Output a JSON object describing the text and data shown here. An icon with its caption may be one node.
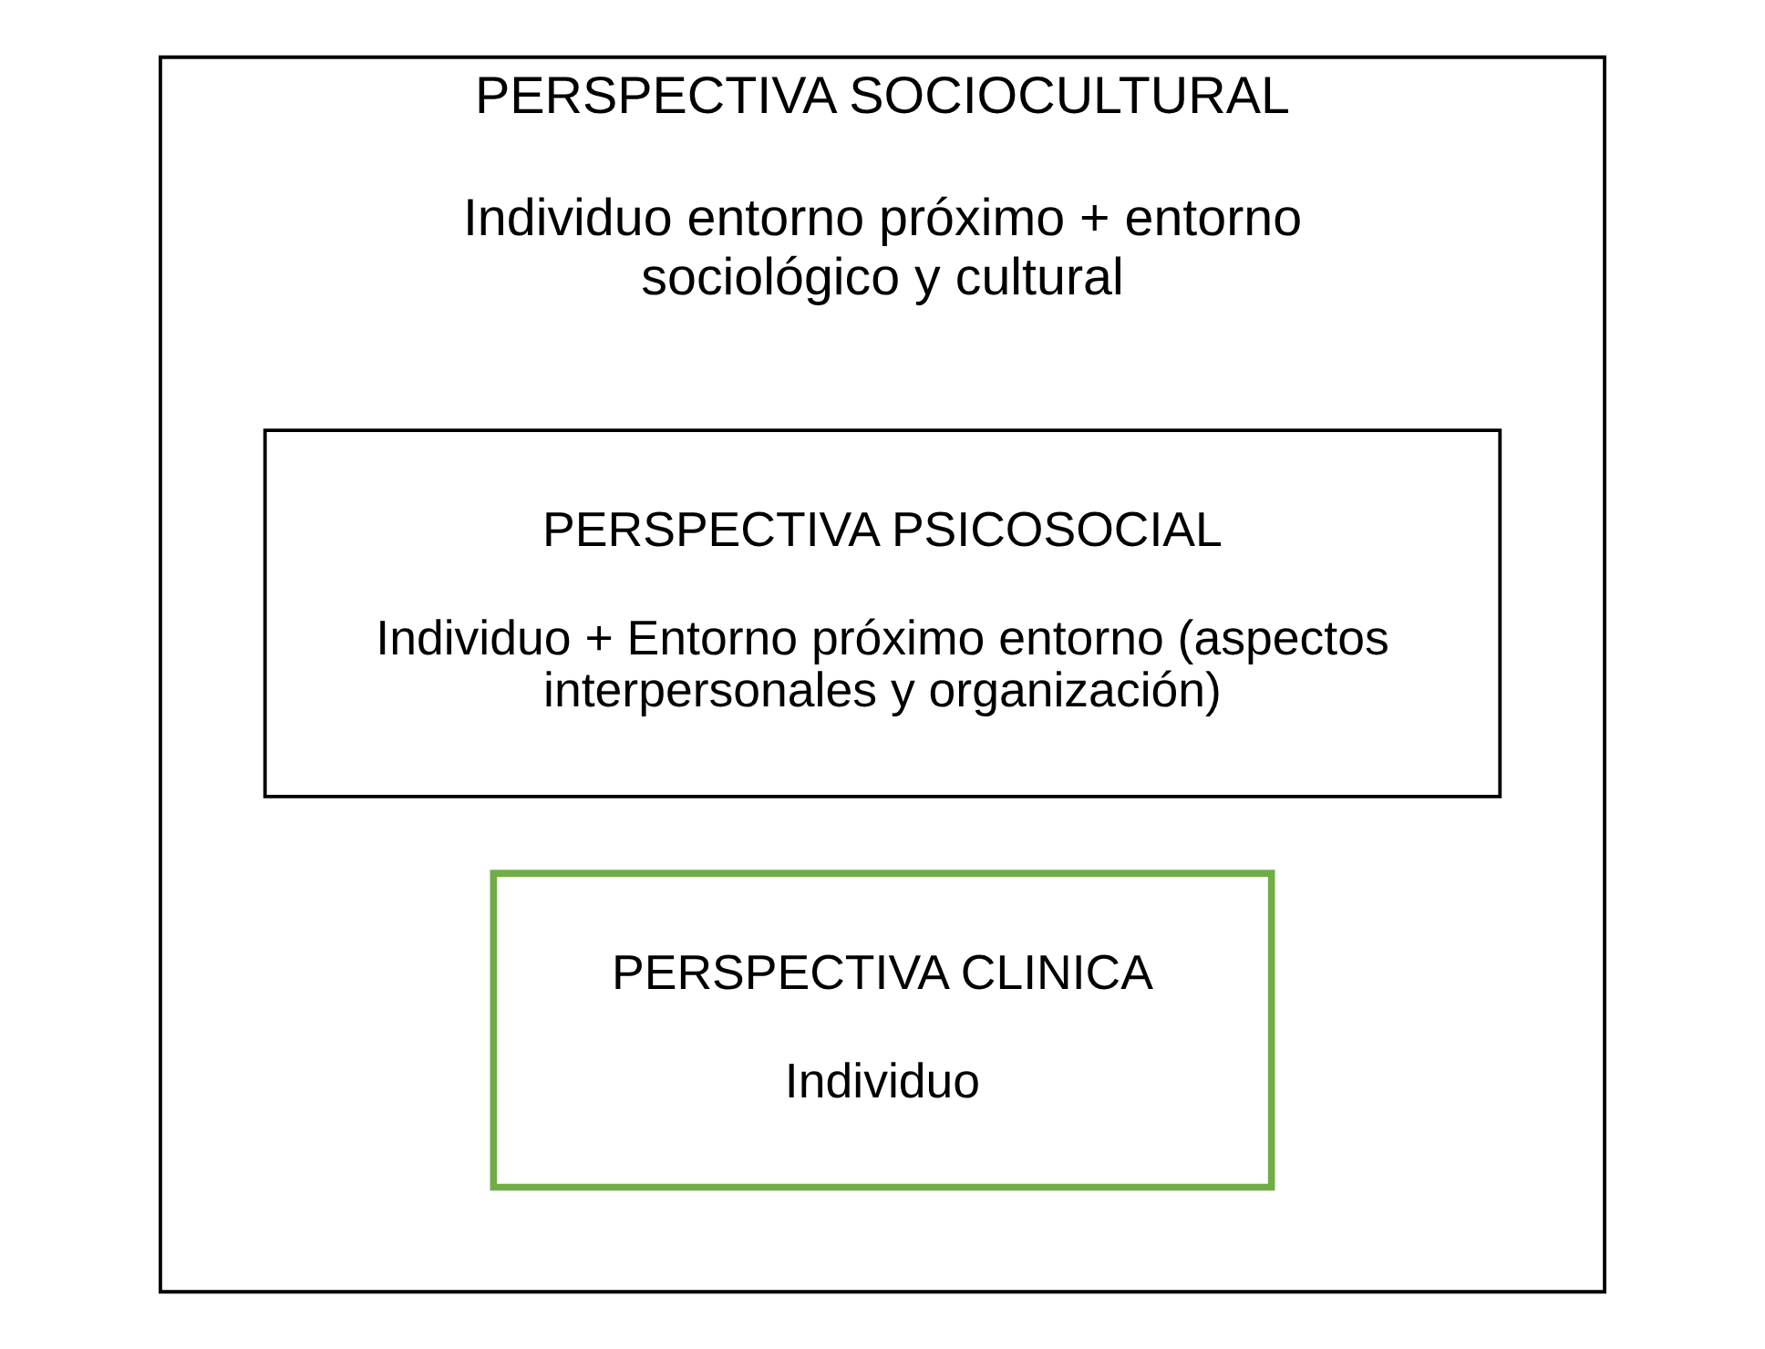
{
  "diagram": {
    "nodes": [
      {
        "text": [
          "PERSPECTIVA SOCIOCULTURAL",
          "Individuo entorno próximo + entorno sociológico y cultural"
        ]
      },
      {
        "text": [
          "PERSPECTIVA PSICOSOCIAL",
          "Individuo + Entorno próximo entorno (aspectos interpersonales y organización)"
        ],
        "in": 0
      },
      {
        "text": [
          "PERSPECTIVA CLINICA",
          "Individuo"
        ],
        "in": 0
      }
    ]
  }
}
